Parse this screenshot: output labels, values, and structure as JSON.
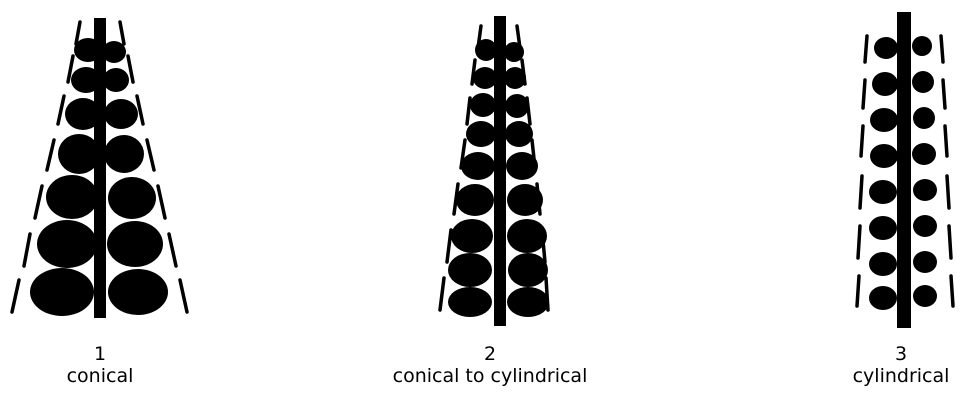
{
  "figure": {
    "items": [
      {
        "number": "1",
        "label": "conical"
      },
      {
        "number": "2",
        "label": "conical to cylindrical"
      },
      {
        "number": "3",
        "label": "cylindrical"
      }
    ],
    "colors": {
      "ink": "#000000",
      "background": "#ffffff"
    }
  }
}
